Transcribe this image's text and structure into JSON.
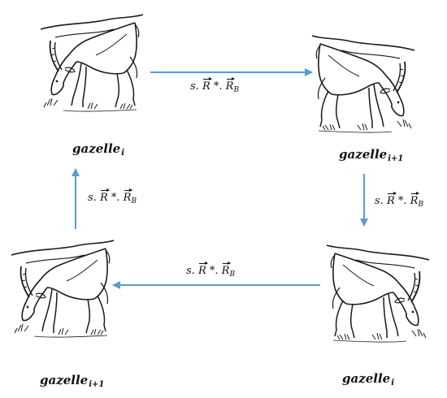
{
  "nodes": {
    "top_left": {
      "name": "gazelle",
      "index": "i"
    },
    "top_right": {
      "name": "gazelle",
      "index": "i+1"
    },
    "bottom_right": {
      "name": "gazelle",
      "index": "i"
    },
    "bottom_left": {
      "name": "gazelle",
      "index": "i+1"
    }
  },
  "edges": {
    "top": {
      "coef": "s.",
      "vec1": "R",
      "op": " *. ",
      "vec2": "R",
      "sub": "B"
    },
    "right": {
      "coef": "s.",
      "vec1": "R",
      "op": " *. ",
      "vec2": "R",
      "sub": "B"
    },
    "bottom": {
      "coef": "s.",
      "vec1": "R",
      "op": " *. ",
      "vec2": "R",
      "sub": "B"
    },
    "left": {
      "coef": "s.",
      "vec1": "R",
      "op": " *. ",
      "vec2": "R",
      "sub": "B"
    }
  },
  "style": {
    "arrow_color": "#5b9bd5",
    "drawing_color": "#1a1a1a"
  }
}
